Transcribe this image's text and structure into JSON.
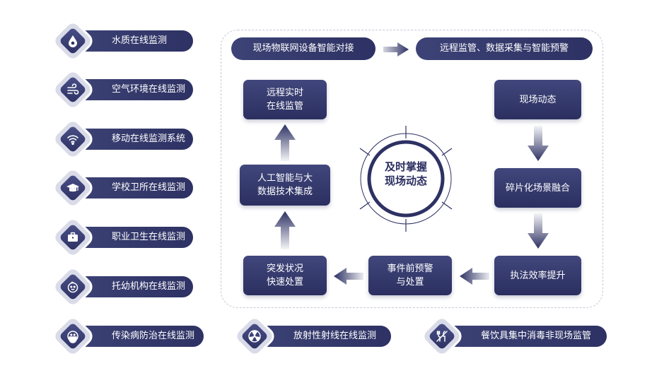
{
  "left_items": [
    {
      "label": "水质在线监测",
      "icon": "water-drop-icon"
    },
    {
      "label": "空气环境在线监测",
      "icon": "wind-icon"
    },
    {
      "label": "移动在线监测系统",
      "icon": "wifi-signal-icon"
    },
    {
      "label": "学校卫所在线监测",
      "icon": "graduation-cap-icon"
    },
    {
      "label": "职业卫生在线监测",
      "icon": "briefcase-icon"
    },
    {
      "label": "托幼机构在线监测",
      "icon": "child-face-icon"
    },
    {
      "label": "传染病防治在线监测",
      "icon": "mask-face-icon"
    }
  ],
  "bottom_items": [
    {
      "label": "放射性射线在线监测",
      "icon": "radiation-icon"
    },
    {
      "label": "餐饮具集中消毒非现场监管",
      "icon": "tableware-icon"
    }
  ],
  "top_bar_left": "现场物联网设备智能对接",
  "top_bar_right": "远程监管、数据采集与智能预警",
  "boxes": {
    "remote": [
      "远程实时",
      "在线监管"
    ],
    "ai": [
      "人工智能与大",
      "数据技术集成"
    ],
    "emergency": [
      "突发状况",
      "快速处置"
    ],
    "event": [
      "事件前预警",
      "与处置"
    ],
    "dynamics": [
      "现场动态"
    ],
    "fragment": [
      "碎片化场景融合"
    ],
    "efficiency": [
      "执法效率提升"
    ]
  },
  "center": [
    "及时掌握",
    "现场动态"
  ],
  "colors": {
    "navy": "#2d3163",
    "light": "#d9dbe8",
    "dashed": "#c7c9d6"
  }
}
